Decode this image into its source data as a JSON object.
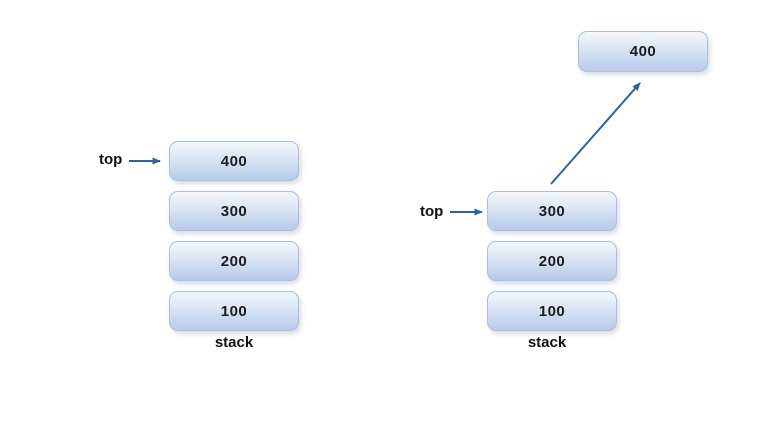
{
  "diagram_type": "stack-pop-operation",
  "colors": {
    "arrow": "#2e62a1",
    "box_border": "#a8bfe0",
    "box_gradient_top": "#f3f7fc",
    "box_gradient_mid": "#dde7f5",
    "box_gradient_bottom": "#b7cbe9",
    "label_text": "#111111",
    "box_text": "#1c1c1c",
    "background": "#ffffff"
  },
  "left_stack": {
    "top_label": "top",
    "items": [
      "400",
      "300",
      "200",
      "100"
    ],
    "caption": "stack"
  },
  "right_stack": {
    "top_label": "top",
    "popped_item": "400",
    "items": [
      "300",
      "200",
      "100"
    ],
    "caption": "stack"
  }
}
